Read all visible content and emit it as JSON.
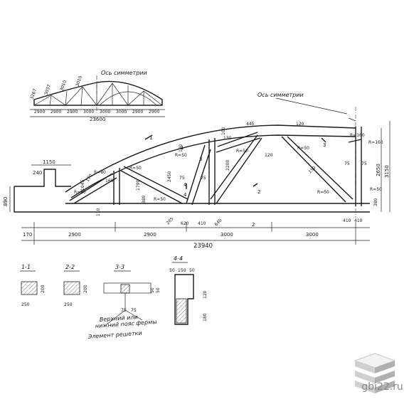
{
  "labels": {
    "axis_symmetry_small": "Ось симметрии",
    "axis_symmetry_main": "Ось симметрии",
    "small_top": [
      "3267",
      "3037",
      "3010",
      "3010"
    ],
    "small_bottom": [
      "2900",
      "2900",
      "2900",
      "3000",
      "3000",
      "3000",
      "2900",
      "2900"
    ],
    "small_total": "23600",
    "bottom_spans": [
      "170",
      "2900",
      "2900",
      "3000",
      "3000"
    ],
    "overall_total": "23940",
    "left_dims": [
      "1150",
      "240",
      "890"
    ],
    "right_dims": [
      "2650",
      "3150"
    ],
    "radii": [
      "R=80",
      "R=80",
      "R=50",
      "R=50",
      "R=50",
      "R=50",
      "R=50",
      "R=160",
      "R=160",
      "R=50",
      "R=50"
    ],
    "misc": [
      "445",
      "120",
      "120",
      "130",
      "75",
      "75",
      "75",
      "75",
      "1045",
      "1790",
      "2450",
      "2200",
      "100",
      "160",
      "110",
      "180",
      "410",
      "410",
      "380",
      "380",
      "620",
      "410",
      "265",
      "640",
      "170",
      "150",
      "1",
      "1",
      "2",
      "2",
      "3",
      "3",
      "4",
      "4"
    ],
    "sections": [
      "1-1",
      "2-2",
      "3-3",
      "4-4"
    ],
    "sec_dims": [
      "250",
      "200",
      "250",
      "200",
      "50",
      "150",
      "50",
      "75",
      "75",
      "50",
      "50",
      "120",
      "180"
    ],
    "note_chord": "Верхний или нижний пояс фермы",
    "note_lattice": "Элемент решетки"
  },
  "watermark": {
    "text": "gbi22.ru",
    "icon": "stacked-slabs-icon"
  }
}
